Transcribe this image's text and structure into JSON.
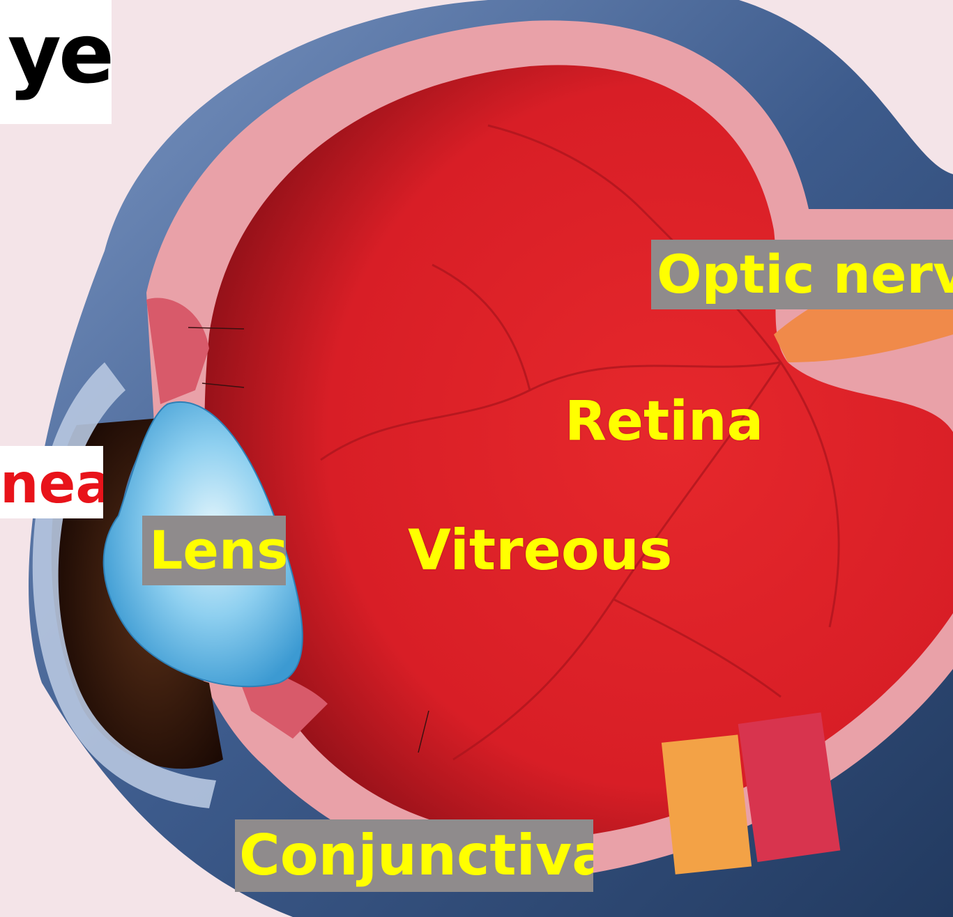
{
  "labels": {
    "title": "ye",
    "cornea": "nea",
    "lens": "Lens",
    "vitreous": "Vitreous",
    "retina": "Retina",
    "optic_nerve": "Optic nerv",
    "conjunctiva": "Conjunctiva"
  },
  "colors": {
    "title_text": "#000000",
    "cornea_text": "#e8131a",
    "label_text": "#ffff00",
    "label_box": "#8f8b8c",
    "vitreous_fill": "#e0262c",
    "lens_fill": "#5cb5e6",
    "sclera_outer": "#2e4a72"
  }
}
